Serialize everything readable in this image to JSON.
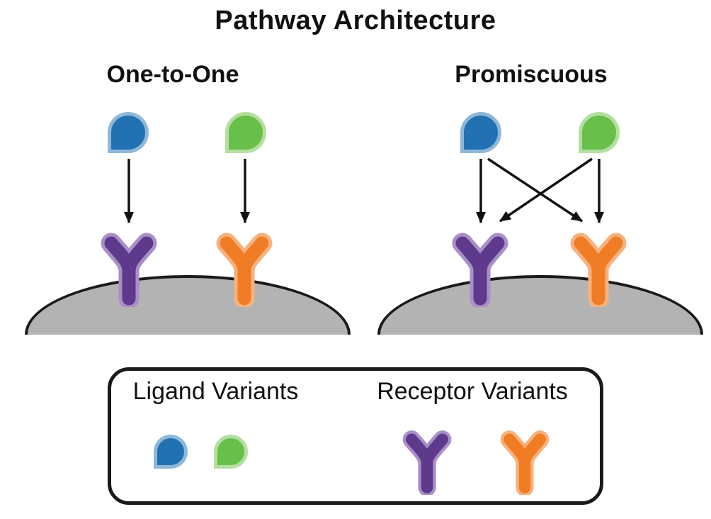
{
  "title": "Pathway Architecture",
  "panels": [
    {
      "label": "One-to-One",
      "connections": [
        {
          "from": "blue-ligand",
          "to": "purple-receptor"
        },
        {
          "from": "green-ligand",
          "to": "orange-receptor"
        }
      ]
    },
    {
      "label": "Promiscuous",
      "connections": [
        {
          "from": "blue-ligand",
          "to": "purple-receptor"
        },
        {
          "from": "blue-ligand",
          "to": "orange-receptor"
        },
        {
          "from": "green-ligand",
          "to": "purple-receptor"
        },
        {
          "from": "green-ligand",
          "to": "orange-receptor"
        }
      ]
    }
  ],
  "legend": {
    "ligand_label": "Ligand Variants",
    "receptor_label": "Receptor Variants",
    "ligand_items": [
      "blue-ligand",
      "green-ligand"
    ],
    "receptor_items": [
      "purple-receptor",
      "orange-receptor"
    ]
  },
  "colors": {
    "ligand-blue": "#2272b3",
    "ligand-blue-outline": "#8fb8d8",
    "ligand-green": "#68bf4a",
    "ligand-green-outline": "#b5dfa0",
    "receptor-purple": "#5e3a8c",
    "receptor-purple-outline": "#a88fc7",
    "receptor-orange": "#f07d26",
    "receptor-orange-outline": "#f6b27e",
    "membrane-gray": "#b3b3b3",
    "outline-black": "#1a1a1a",
    "arrow-black": "#111111"
  }
}
